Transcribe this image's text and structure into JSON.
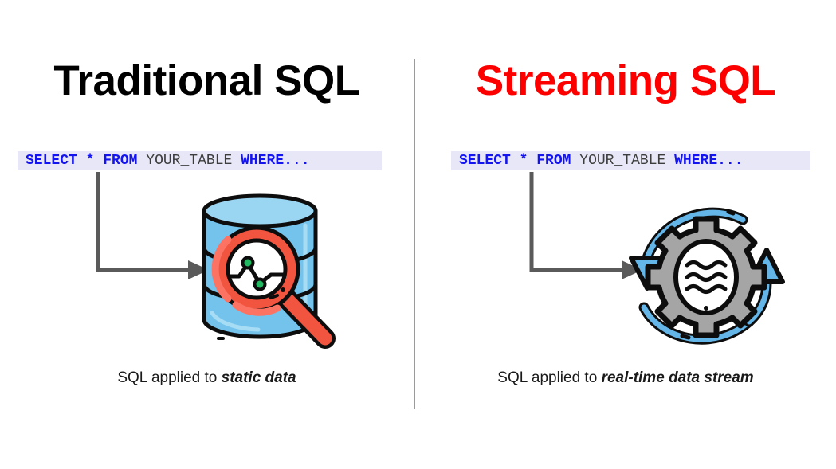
{
  "slide": {
    "background": "#ffffff",
    "divider": {
      "color": "#9a9a9a"
    }
  },
  "panels": [
    {
      "id": "traditional",
      "title": "Traditional SQL",
      "title_color": "#000000",
      "code": {
        "select": "SELECT",
        "star": "*",
        "from": "FROM",
        "table": "YOUR_TABLE",
        "where": "WHERE...",
        "keyword_color": "#1414ee",
        "table_color": "#3d3d3d",
        "background": "#e7e7f7"
      },
      "icon": "database-magnifier-icon",
      "caption_prefix": "SQL applied to ",
      "caption_emphasis": "static data"
    },
    {
      "id": "streaming",
      "title": "Streaming SQL",
      "title_color": "#fc0000",
      "code": {
        "select": "SELECT",
        "star": "*",
        "from": "FROM",
        "table": "YOUR_TABLE",
        "where": "WHERE...",
        "keyword_color": "#1414ee",
        "table_color": "#3d3d3d",
        "background": "#e7e7f7"
      },
      "icon": "gear-refresh-cycle-icon",
      "caption_prefix": "SQL applied to ",
      "caption_emphasis": "real-time data stream"
    }
  ],
  "colors": {
    "cylinder_blue": "#74c3ec",
    "cylinder_blue_light": "#9ad5f2",
    "magnifier_red": "#f1543f",
    "magnifier_red_light": "#fc7363",
    "chart_green": "#21ba62",
    "gear_gray": "#a5a5a5",
    "arrow_blue": "#64b5e8",
    "outline_black": "#0d0d0d",
    "connector_gray": "#5a5a5a"
  }
}
